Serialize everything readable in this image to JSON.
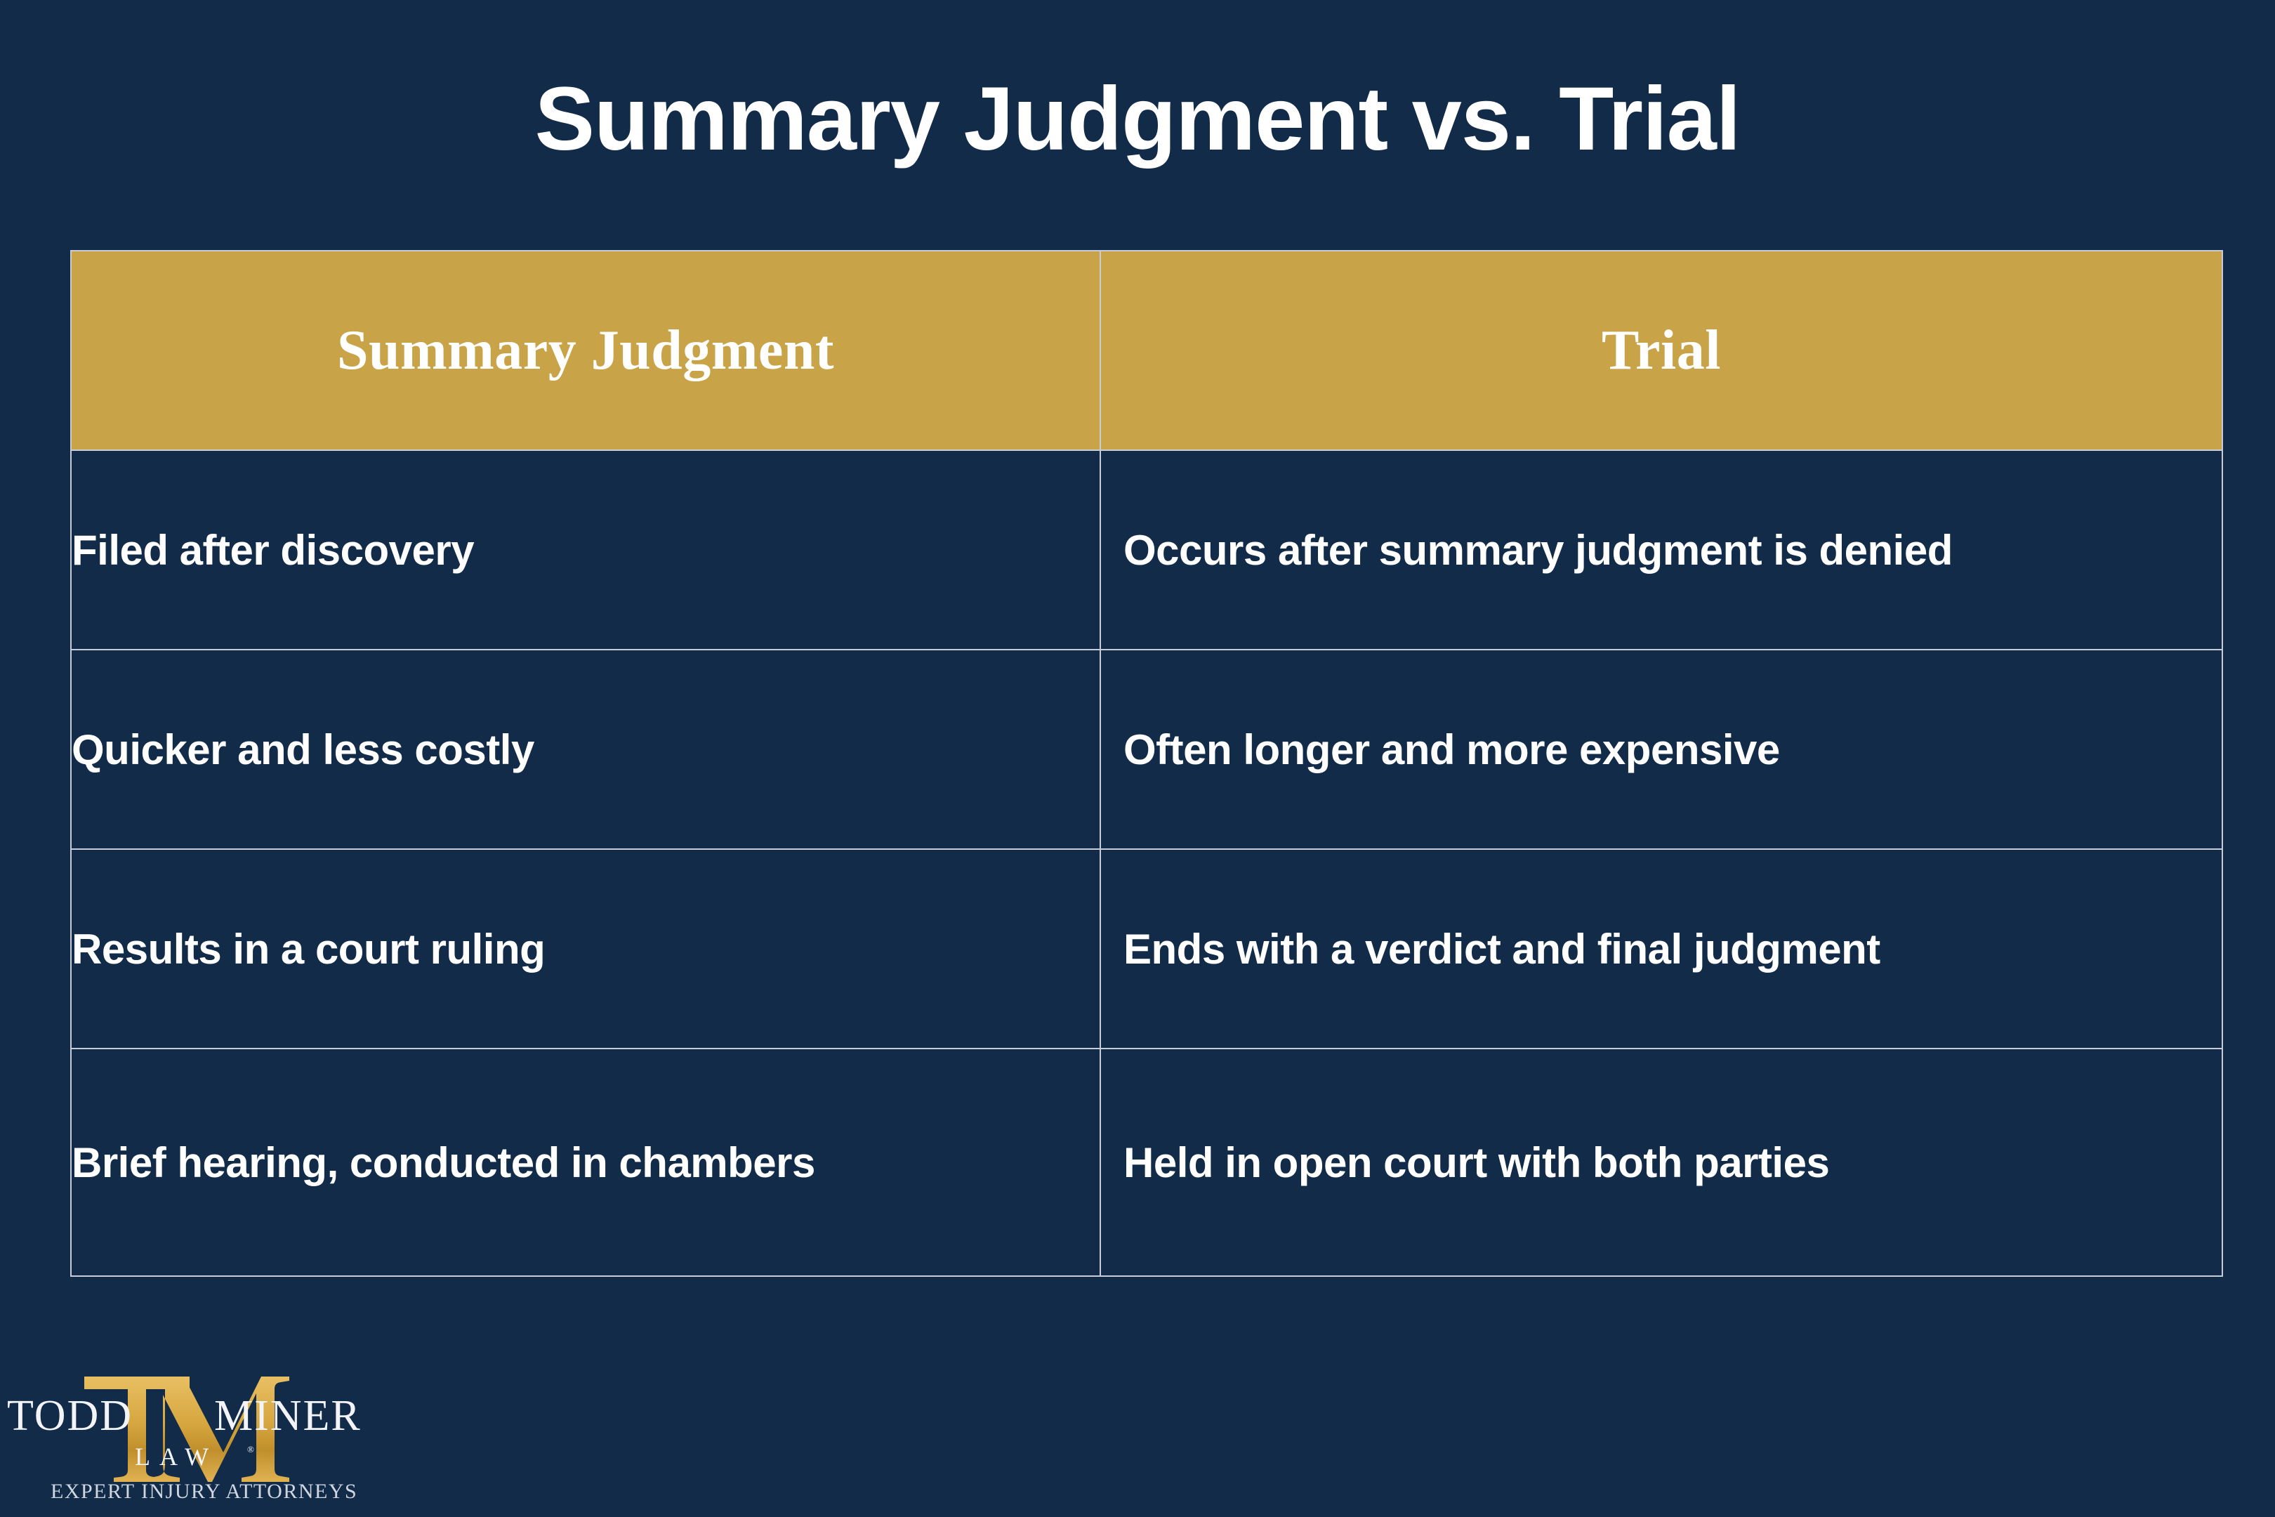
{
  "slide": {
    "title": "Summary Judgment vs. Trial",
    "background_color": "#122b49",
    "accent_color": "#c9a348",
    "text_color": "#ffffff",
    "border_color": "#c7ccd6"
  },
  "table": {
    "headers": [
      "Summary Judgment",
      "Trial"
    ],
    "rows": [
      [
        "Filed after discovery",
        "Occurs after summary judgment is denied"
      ],
      [
        "Quicker and less costly",
        "Often longer and more expensive"
      ],
      [
        "Results in a court ruling",
        "Ends with a verdict and final judgment"
      ],
      [
        "Brief hearing, conducted in chambers",
        "Held in open court with both parties"
      ]
    ]
  },
  "logo": {
    "monogram": "TM",
    "name_part1": "TODD",
    "name_part2": "MINER",
    "word_law": "LAW",
    "trademark": "®",
    "tagline": "EXPERT INJURY ATTORNEYS",
    "gold": "#d1a23c",
    "white": "#f2f4f7"
  }
}
